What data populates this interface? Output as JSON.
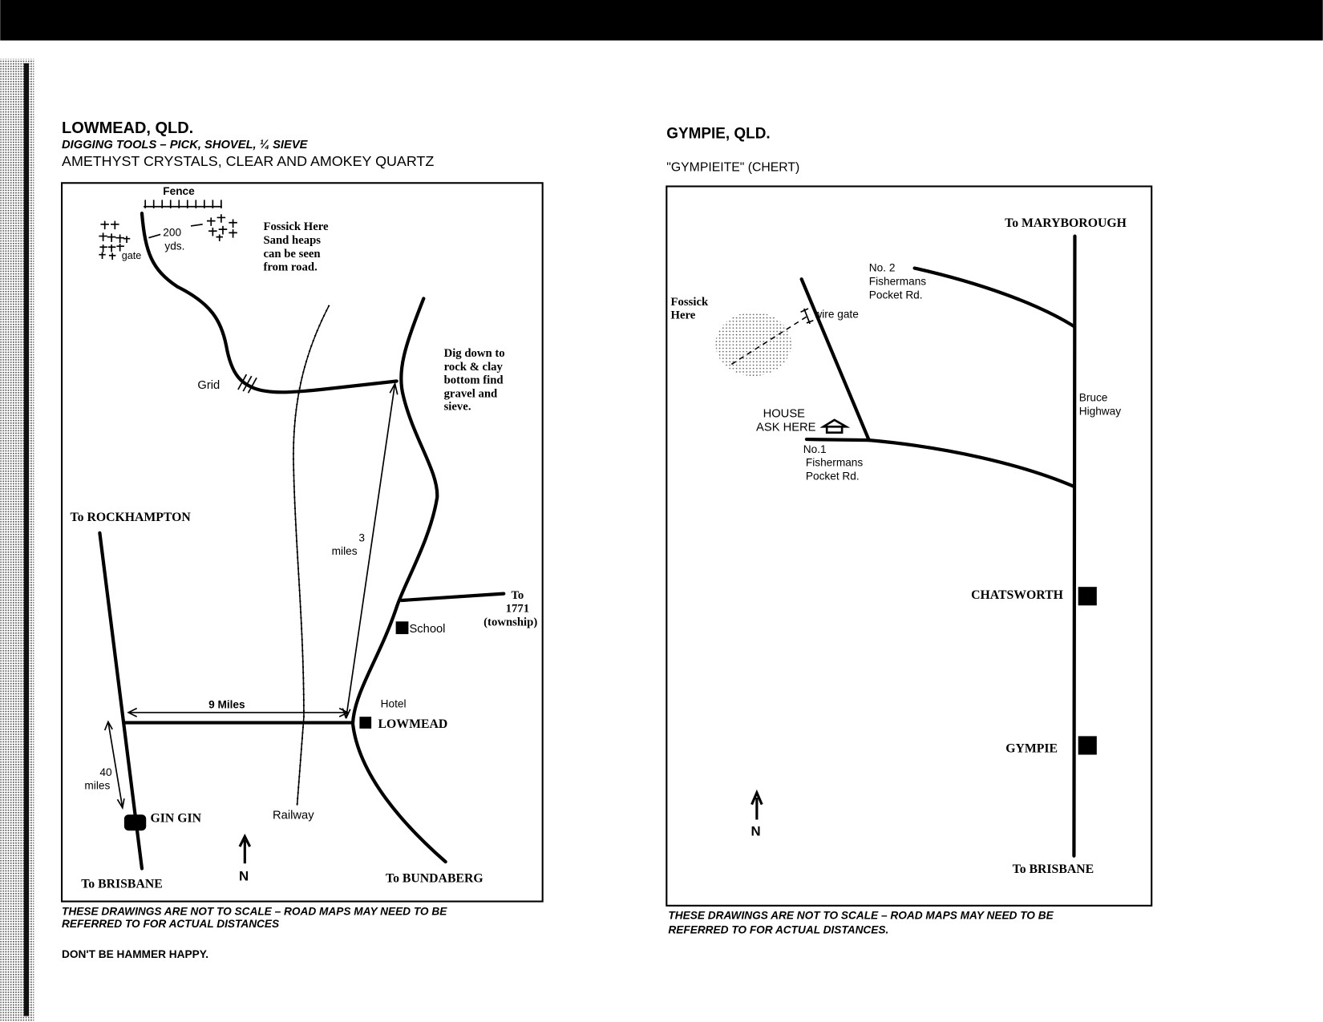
{
  "left_page": {
    "title": "LOWMEAD, QLD.",
    "tools": "DIGGING TOOLS – PICK, SHOVEL, ¼ SIEVE",
    "minerals": "AMETHYST CRYSTALS, CLEAR AND AMOKEY QUARTZ",
    "map": {
      "fence": "Fence",
      "distance_200": "200",
      "yds": "yds.",
      "gate": "gate",
      "fossick_lines": [
        "Fossick Here",
        "Sand heaps",
        "can be seen",
        "from road."
      ],
      "grid": "Grid",
      "dig_lines": [
        "Dig down to",
        "rock & clay",
        "bottom find",
        "gravel and",
        "sieve."
      ],
      "to_rockhampton": "To ROCKHAMPTON",
      "three": "3",
      "miles": "miles",
      "to_1771_lines": [
        "To",
        "1771",
        "(township)"
      ],
      "school": "School",
      "hotel": "Hotel",
      "lowmead": "LOWMEAD",
      "nine_miles": "9 Miles",
      "forty": "40",
      "forty_miles": "miles",
      "gin_gin": "GIN GIN",
      "railway": "Railway",
      "to_brisbane": "To BRISBANE",
      "north": "N",
      "to_bundaberg": "To BUNDABERG"
    },
    "disclaimer_lines": [
      "THESE DRAWINGS ARE NOT TO SCALE – ROAD MAPS MAY NEED TO BE",
      "REFERRED TO FOR ACTUAL DISTANCES"
    ],
    "note": "DON'T BE HAMMER HAPPY."
  },
  "right_page": {
    "title": "GYMPIE, QLD.",
    "mineral": "\"GYMPIEITE\" (CHERT)",
    "map": {
      "to_maryborough": "To MARYBOROUGH",
      "no2_lines": [
        "No.  2",
        "Fishermans",
        "Pocket Rd."
      ],
      "fossick_lines": [
        "Fossick",
        "Here"
      ],
      "wire_gate": "wire gate",
      "house_lines": [
        "HOUSE",
        "ASK HERE"
      ],
      "no1_lines": [
        "No.1",
        "Fishermans",
        "Pocket Rd."
      ],
      "highway_lines": [
        "Bruce",
        "Highway"
      ],
      "chatsworth": "CHATSWORTH",
      "gympie": "GYMPIE",
      "north": "N",
      "to_brisbane": "To BRISBANE"
    },
    "disclaimer_lines": [
      "THESE DRAWINGS ARE NOT TO SCALE – ROAD MAPS MAY NEED TO BE",
      "REFERRED TO FOR ACTUAL DISTANCES."
    ]
  }
}
